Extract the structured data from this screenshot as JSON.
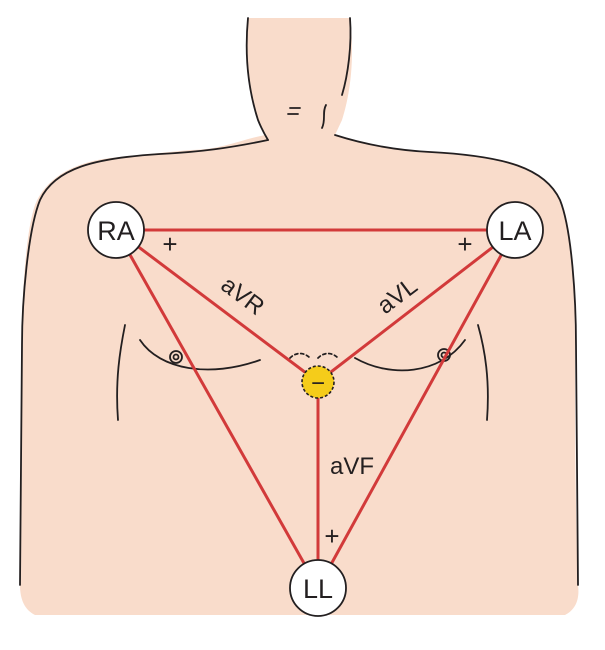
{
  "colors": {
    "skin": "#f9dccb",
    "outline": "#231f20",
    "lead_line": "#d23a3a",
    "electrode_fill": "#ffffff",
    "central_terminal": "#f5cc1a"
  },
  "electrodes": {
    "ra": "RA",
    "la": "LA",
    "ll": "LL"
  },
  "leads": {
    "avr": "aVR",
    "avl": "aVL",
    "avf": "aVF"
  },
  "polarity": {
    "plus_ra": "+",
    "plus_la": "+",
    "plus_ll": "+",
    "minus_center": "−"
  }
}
